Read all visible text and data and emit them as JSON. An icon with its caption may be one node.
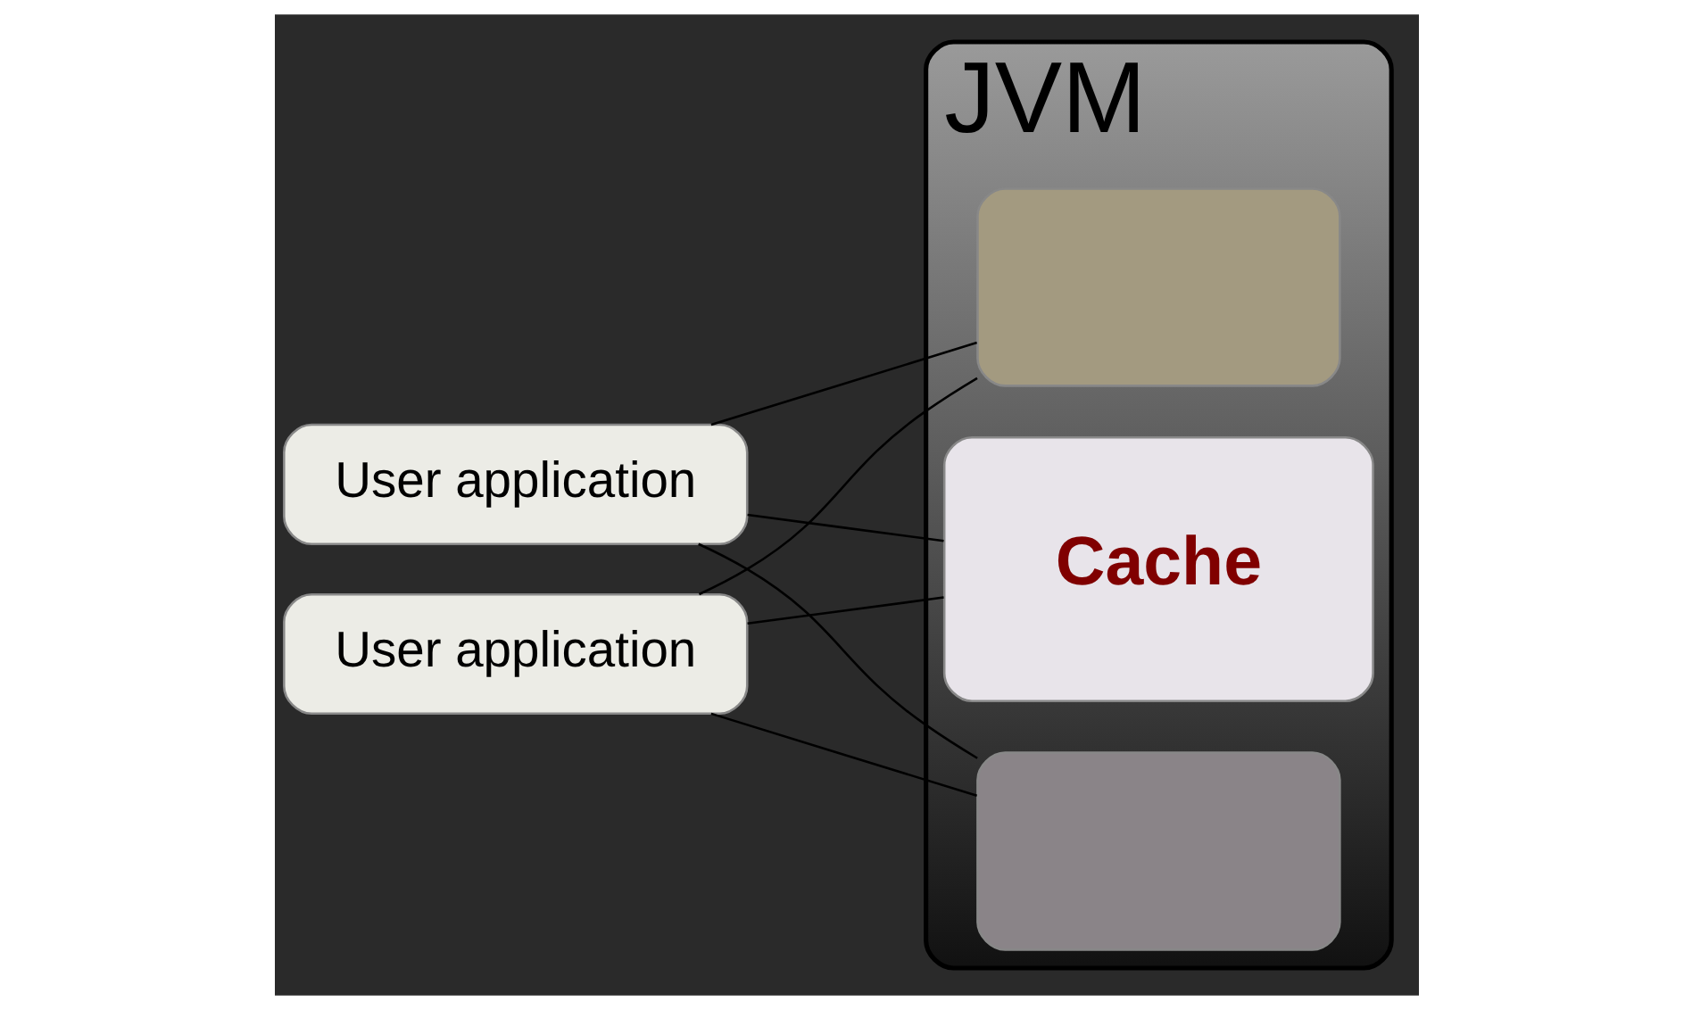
{
  "diagram": {
    "nodes": [
      {
        "text": [
          "User application"
        ]
      },
      {
        "text": [
          "JVM"
        ]
      },
      {
        "text": [],
        "shape": "box",
        "in": 1
      },
      {
        "text": [],
        "shape": "box",
        "in": 1
      },
      {
        "text": [
          "Cache"
        ],
        "in": 1
      },
      {
        "text": [
          "User application"
        ]
      }
    ],
    "edges": [
      {
        "from": 0,
        "to": 2,
        "arrow": "none"
      },
      {
        "from": 0,
        "to": 3,
        "arrow": "none"
      },
      {
        "from": 0,
        "to": 4,
        "arrow": "none"
      },
      {
        "from": 5,
        "to": 2,
        "arrow": "none"
      },
      {
        "from": 5,
        "to": 3,
        "arrow": "none"
      },
      {
        "from": 5,
        "to": 4,
        "arrow": "none"
      }
    ]
  }
}
